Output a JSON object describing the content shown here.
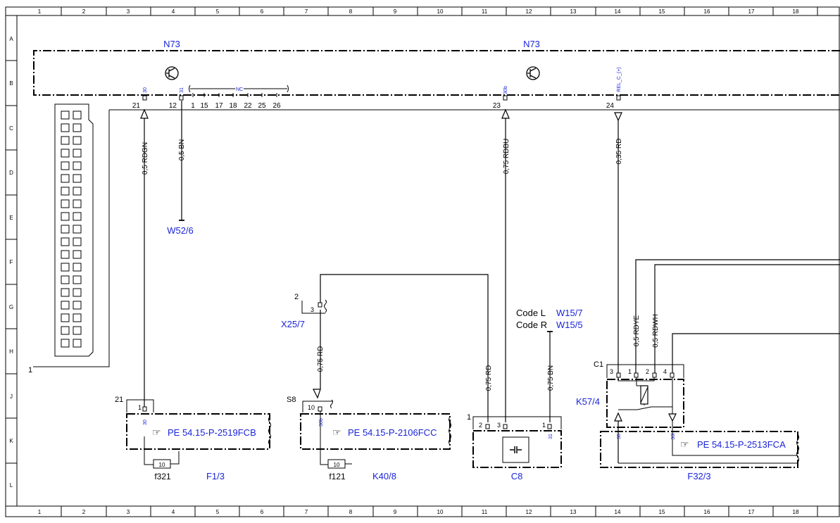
{
  "grid": {
    "columns": [
      "1",
      "2",
      "3",
      "4",
      "5",
      "6",
      "7",
      "8",
      "9",
      "10",
      "11",
      "12",
      "13",
      "14",
      "15",
      "16",
      "17",
      "18"
    ],
    "rows": [
      "A",
      "B",
      "C",
      "D",
      "E",
      "F",
      "G",
      "H",
      "J",
      "K",
      "L"
    ]
  },
  "module": {
    "left_label": "N73",
    "right_label": "N73",
    "connector_number": "1",
    "pins": [
      {
        "pin": "21",
        "terminal": "30"
      },
      {
        "pin": "12",
        "terminal": "31"
      },
      {
        "pin": "23",
        "terminal": "30b"
      },
      {
        "pin": "24",
        "terminal": "REL_C_(+)"
      }
    ],
    "nc_label": "NC",
    "nc_pins": [
      "1",
      "15",
      "17",
      "18",
      "22",
      "25",
      "26"
    ]
  },
  "wires": [
    {
      "id": "w21",
      "label": "0,5 RDGN"
    },
    {
      "id": "w12",
      "label": "0,5 BN"
    },
    {
      "id": "w23",
      "label": "0,75 RDBU"
    },
    {
      "id": "w24",
      "label": "0,35 RD"
    },
    {
      "id": "wx25",
      "label": "0,75 RD"
    },
    {
      "id": "wc8",
      "label": "0,75 RD"
    },
    {
      "id": "wgnd",
      "label": "0,75 BN"
    },
    {
      "id": "wrdye",
      "label": "0,5 RDYE"
    },
    {
      "id": "wrdwh",
      "label": "0,5 RDWH"
    }
  ],
  "ground": {
    "label": "W52/6"
  },
  "code_refs": [
    {
      "code": "Code L",
      "ref": "W15/7"
    },
    {
      "code": "Code R",
      "ref": "W15/5"
    }
  ],
  "x25": {
    "label": "X25/7",
    "num": "2",
    "pin": "3"
  },
  "fuse_box_f13": {
    "num": "21",
    "pin": "1",
    "terminal": "30",
    "ref": "PE 54.15-P-2519FCB",
    "fuse_value": "10",
    "fuse_name": "f321",
    "label": "F1/3"
  },
  "fuse_box_k408": {
    "num": "S8",
    "pin": "10",
    "terminal": "30b",
    "ref": "PE 54.15-P-2106FCC",
    "fuse_value": "10",
    "fuse_name": "f121",
    "label": "K40/8"
  },
  "c8": {
    "num": "1",
    "pins": [
      "2",
      "3",
      "1"
    ],
    "terminal": "31",
    "label": "C8"
  },
  "f323": {
    "connector": "C1",
    "pins": [
      "3",
      "1",
      "2",
      "4"
    ],
    "terminals": [
      "30",
      "30l"
    ],
    "relay": "K57/4",
    "ref": "PE 54.15-P-2513FCA",
    "label": "F32/3"
  },
  "colors": {
    "line": "#000000",
    "label": "#1a24d8"
  }
}
